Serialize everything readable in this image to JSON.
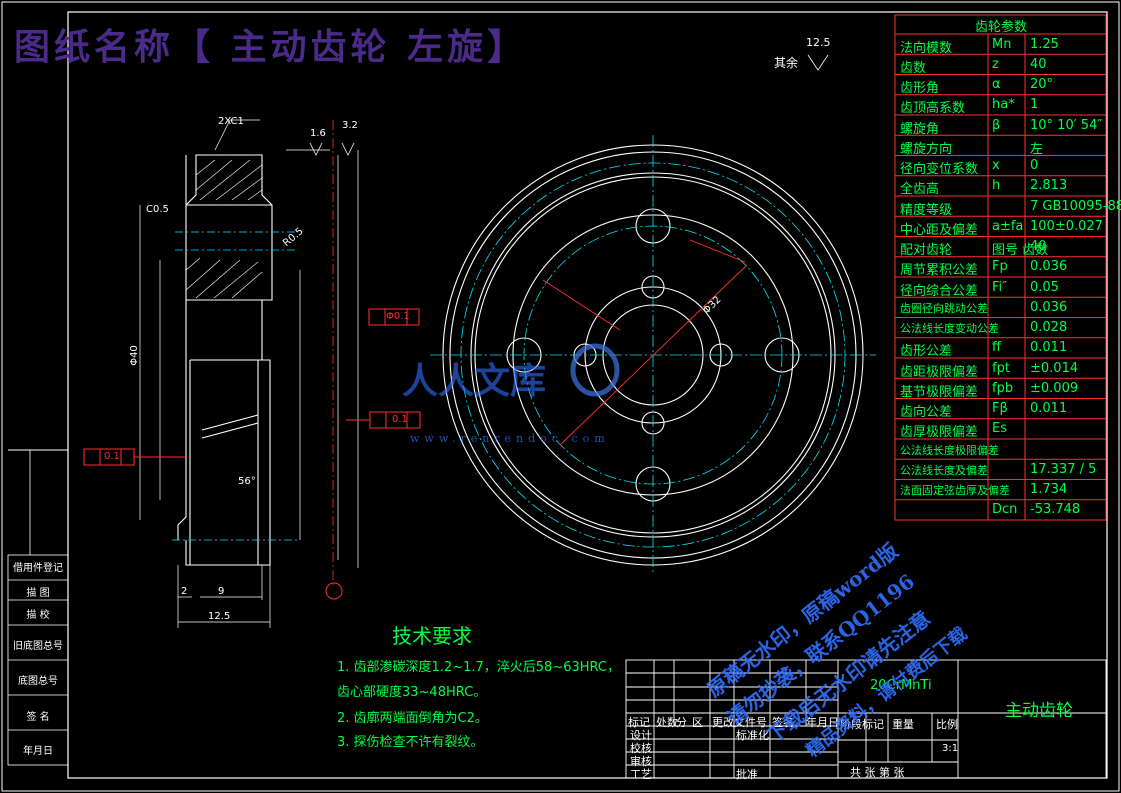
{
  "title": "图纸名称【 主动齿轮 左旋】",
  "surface_finish": {
    "label": "其余",
    "value": "12.5"
  },
  "dims": {
    "chamfer": "2XC1",
    "r1": "1.6",
    "r2": "3.2",
    "c05": "C0.5",
    "r05": "R0.5",
    "tol1": "Φ0.1",
    "tol2": "0.1",
    "tol3": "0.1",
    "ang": "56°",
    "d2": "2",
    "d9": "9",
    "d125": "12.5",
    "d40": "Φ40",
    "d32": "Φ32"
  },
  "params": {
    "header": "齿轮参数",
    "rows": [
      {
        "name": "法向模数",
        "sym": "Mn",
        "val": "1.25"
      },
      {
        "name": "齿数",
        "sym": "z",
        "val": "40"
      },
      {
        "name": "齿形角",
        "sym": "α",
        "val": "20°"
      },
      {
        "name": "齿顶高系数",
        "sym": "ha*",
        "val": "1"
      },
      {
        "name": "螺旋角",
        "sym": "β",
        "val": "10° 10′ 54″"
      },
      {
        "name": "螺旋方向",
        "sym": "",
        "val": "左"
      },
      {
        "name": "径向变位系数",
        "sym": "x",
        "val": "0"
      },
      {
        "name": "全齿高",
        "sym": "h",
        "val": "2.813"
      },
      {
        "name": "精度等级",
        "sym": "",
        "val": "7 GB10095-88"
      },
      {
        "name": "中心距及偏差",
        "sym": "a±fa",
        "val": "100±0.027"
      },
      {
        "name": "配对齿轮",
        "sym": "图号 齿数",
        "val": "40"
      },
      {
        "name": "周节累积公差",
        "sym": "Fp",
        "val": "0.036"
      },
      {
        "name": "径向综合公差",
        "sym": "Fi″",
        "val": "0.05"
      },
      {
        "name": "齿圈径向跳动公差",
        "sym": "",
        "val": "0.036"
      },
      {
        "name": "公法线长度变动公差",
        "sym": "",
        "val": "0.028"
      },
      {
        "name": "齿形公差",
        "sym": "ff",
        "val": "0.011"
      },
      {
        "name": "齿距极限偏差",
        "sym": "fpt",
        "val": "±0.014"
      },
      {
        "name": "基节极限偏差",
        "sym": "fpb",
        "val": "±0.009"
      },
      {
        "name": "齿向公差",
        "sym": "Fβ",
        "val": "0.011"
      },
      {
        "name": "齿厚极限偏差",
        "sym": "Es",
        "val": ""
      },
      {
        "name": "公法线长度极限偏差",
        "sym": "",
        "val": ""
      },
      {
        "name": "公法线长度及偏差",
        "sym": "",
        "val": "17.337 / 5"
      },
      {
        "name": "法面固定弦齿厚及偏差",
        "sym": "",
        "val": "1.734"
      },
      {
        "name": "",
        "sym": "Dcn",
        "val": "-53.748"
      }
    ]
  },
  "tech": {
    "title": "技术要求",
    "items": [
      "1. 齿部渗碳深度1.2~1.7，淬火后58~63HRC，",
      "   齿心部硬度33~48HRC。",
      "2. 齿廓两端面倒角为C2。",
      "3. 探伤检查不许有裂纹。"
    ]
  },
  "title_block": {
    "material": "20CrMnTi",
    "part": "主动齿轮",
    "scale": "3:1",
    "row_labels": [
      "标记",
      "处数",
      "分",
      "区",
      "更改文件号",
      "签名",
      "年月日"
    ],
    "roles": [
      "设计",
      "校核",
      "审核",
      "工艺"
    ],
    "std": "标准化",
    "approve": "批准",
    "stage": [
      "阶段标记",
      "重量",
      "比例"
    ],
    "sheet": "共 张 第 张"
  },
  "left_labels": [
    "借用件登记",
    "描 图",
    "描 校",
    "旧底图总号",
    "底图总号",
    "签 名",
    "年月日"
  ],
  "watermark": {
    "logo": "人人文库",
    "url": "www.renrendoc.com",
    "lines": [
      "原稿无水印，原稿word版",
      "请勿抄袭，联系QQ1196",
      "下载后无水印请先注意",
      "精品资料，请付费后下载"
    ]
  }
}
